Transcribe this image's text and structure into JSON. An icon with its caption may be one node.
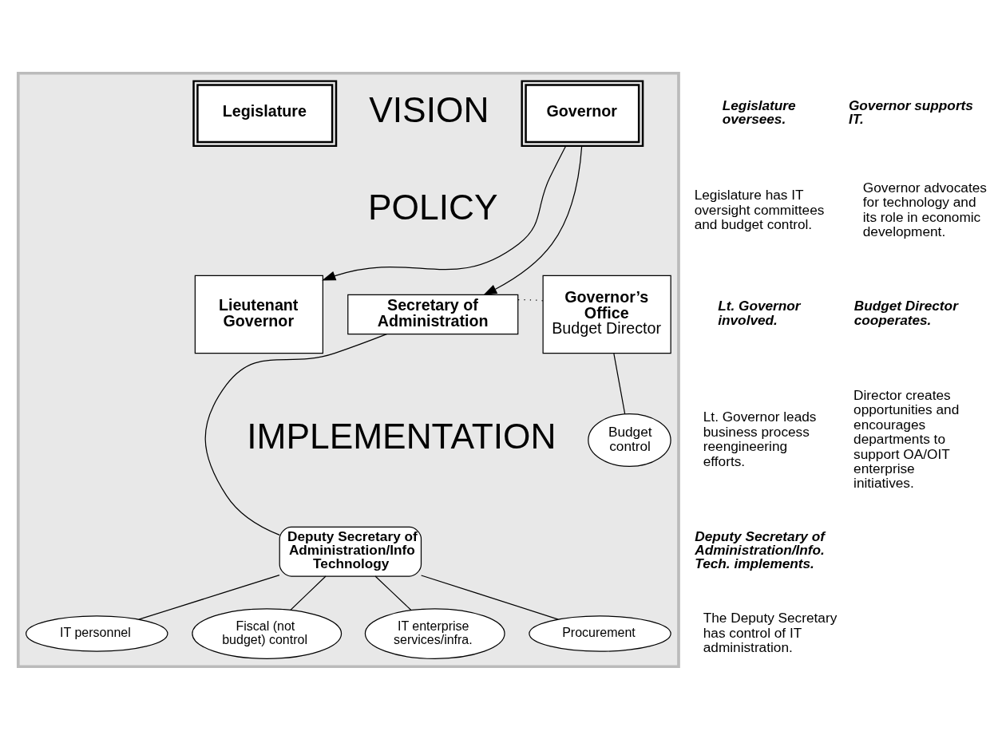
{
  "diagram": {
    "nodes": [
      {
        "text": [],
        "shape": "box"
      },
      {
        "text": [
          "Legislature"
        ],
        "in": 0
      },
      {
        "text": [
          "Governor"
        ],
        "in": 0
      },
      {
        "text": [
          "Lieutenant Governor"
        ],
        "in": 0
      },
      {
        "text": [
          "Secretary of Administration"
        ],
        "in": 0
      },
      {
        "text": [
          "Governor’s Office",
          "Budget Director"
        ],
        "in": 0
      },
      {
        "text": [
          "Budget control"
        ],
        "in": 0
      },
      {
        "text": [
          "Deputy Secretary of Administration/Info Technology"
        ],
        "in": 0
      },
      {
        "text": [
          "IT enterprise services/infra."
        ],
        "in": 0
      },
      {
        "text": [
          "Procurement"
        ],
        "in": 0
      },
      {
        "text": [
          "IT personnel"
        ],
        "in": 0
      },
      {
        "text": [
          "Fiscal (not budget) control"
        ],
        "in": 0
      }
    ],
    "edges": [
      {
        "from": 2,
        "to": 3,
        "arrow": "to"
      },
      {
        "from": 2,
        "to": 4,
        "arrow": "to"
      },
      {
        "from": 4,
        "to": 5,
        "arrow": "none",
        "style": "dashed"
      },
      {
        "from": 5,
        "to": 6,
        "arrow": "none"
      },
      {
        "from": 4,
        "to": 7,
        "arrow": "none"
      },
      {
        "from": 7,
        "to": 8,
        "arrow": "none"
      },
      {
        "from": 7,
        "to": 9,
        "arrow": "none"
      },
      {
        "from": 7,
        "to": 10,
        "arrow": "none"
      },
      {
        "from": 7,
        "to": 11,
        "arrow": "none"
      }
    ],
    "labels": [
      "Legislature oversees.",
      "Legislature has IT oversight committees and budget control.",
      "VISION",
      "Governor supports IT.",
      "Governor advocates for technology and its role in economic development.",
      "POLICY",
      "Lt. Governor involved.",
      "Lt. Governor leads business process reengineering efforts.",
      "Budget Director cooperates.",
      "Director creates opportunities and encourages departments to support OA/OIT enterprise initiatives.",
      "IMPLEMENTATION",
      "Deputy Secretary of Administration/Info. Tech. implements.",
      "The Deputy Secretary has control of IT administration."
    ]
  }
}
